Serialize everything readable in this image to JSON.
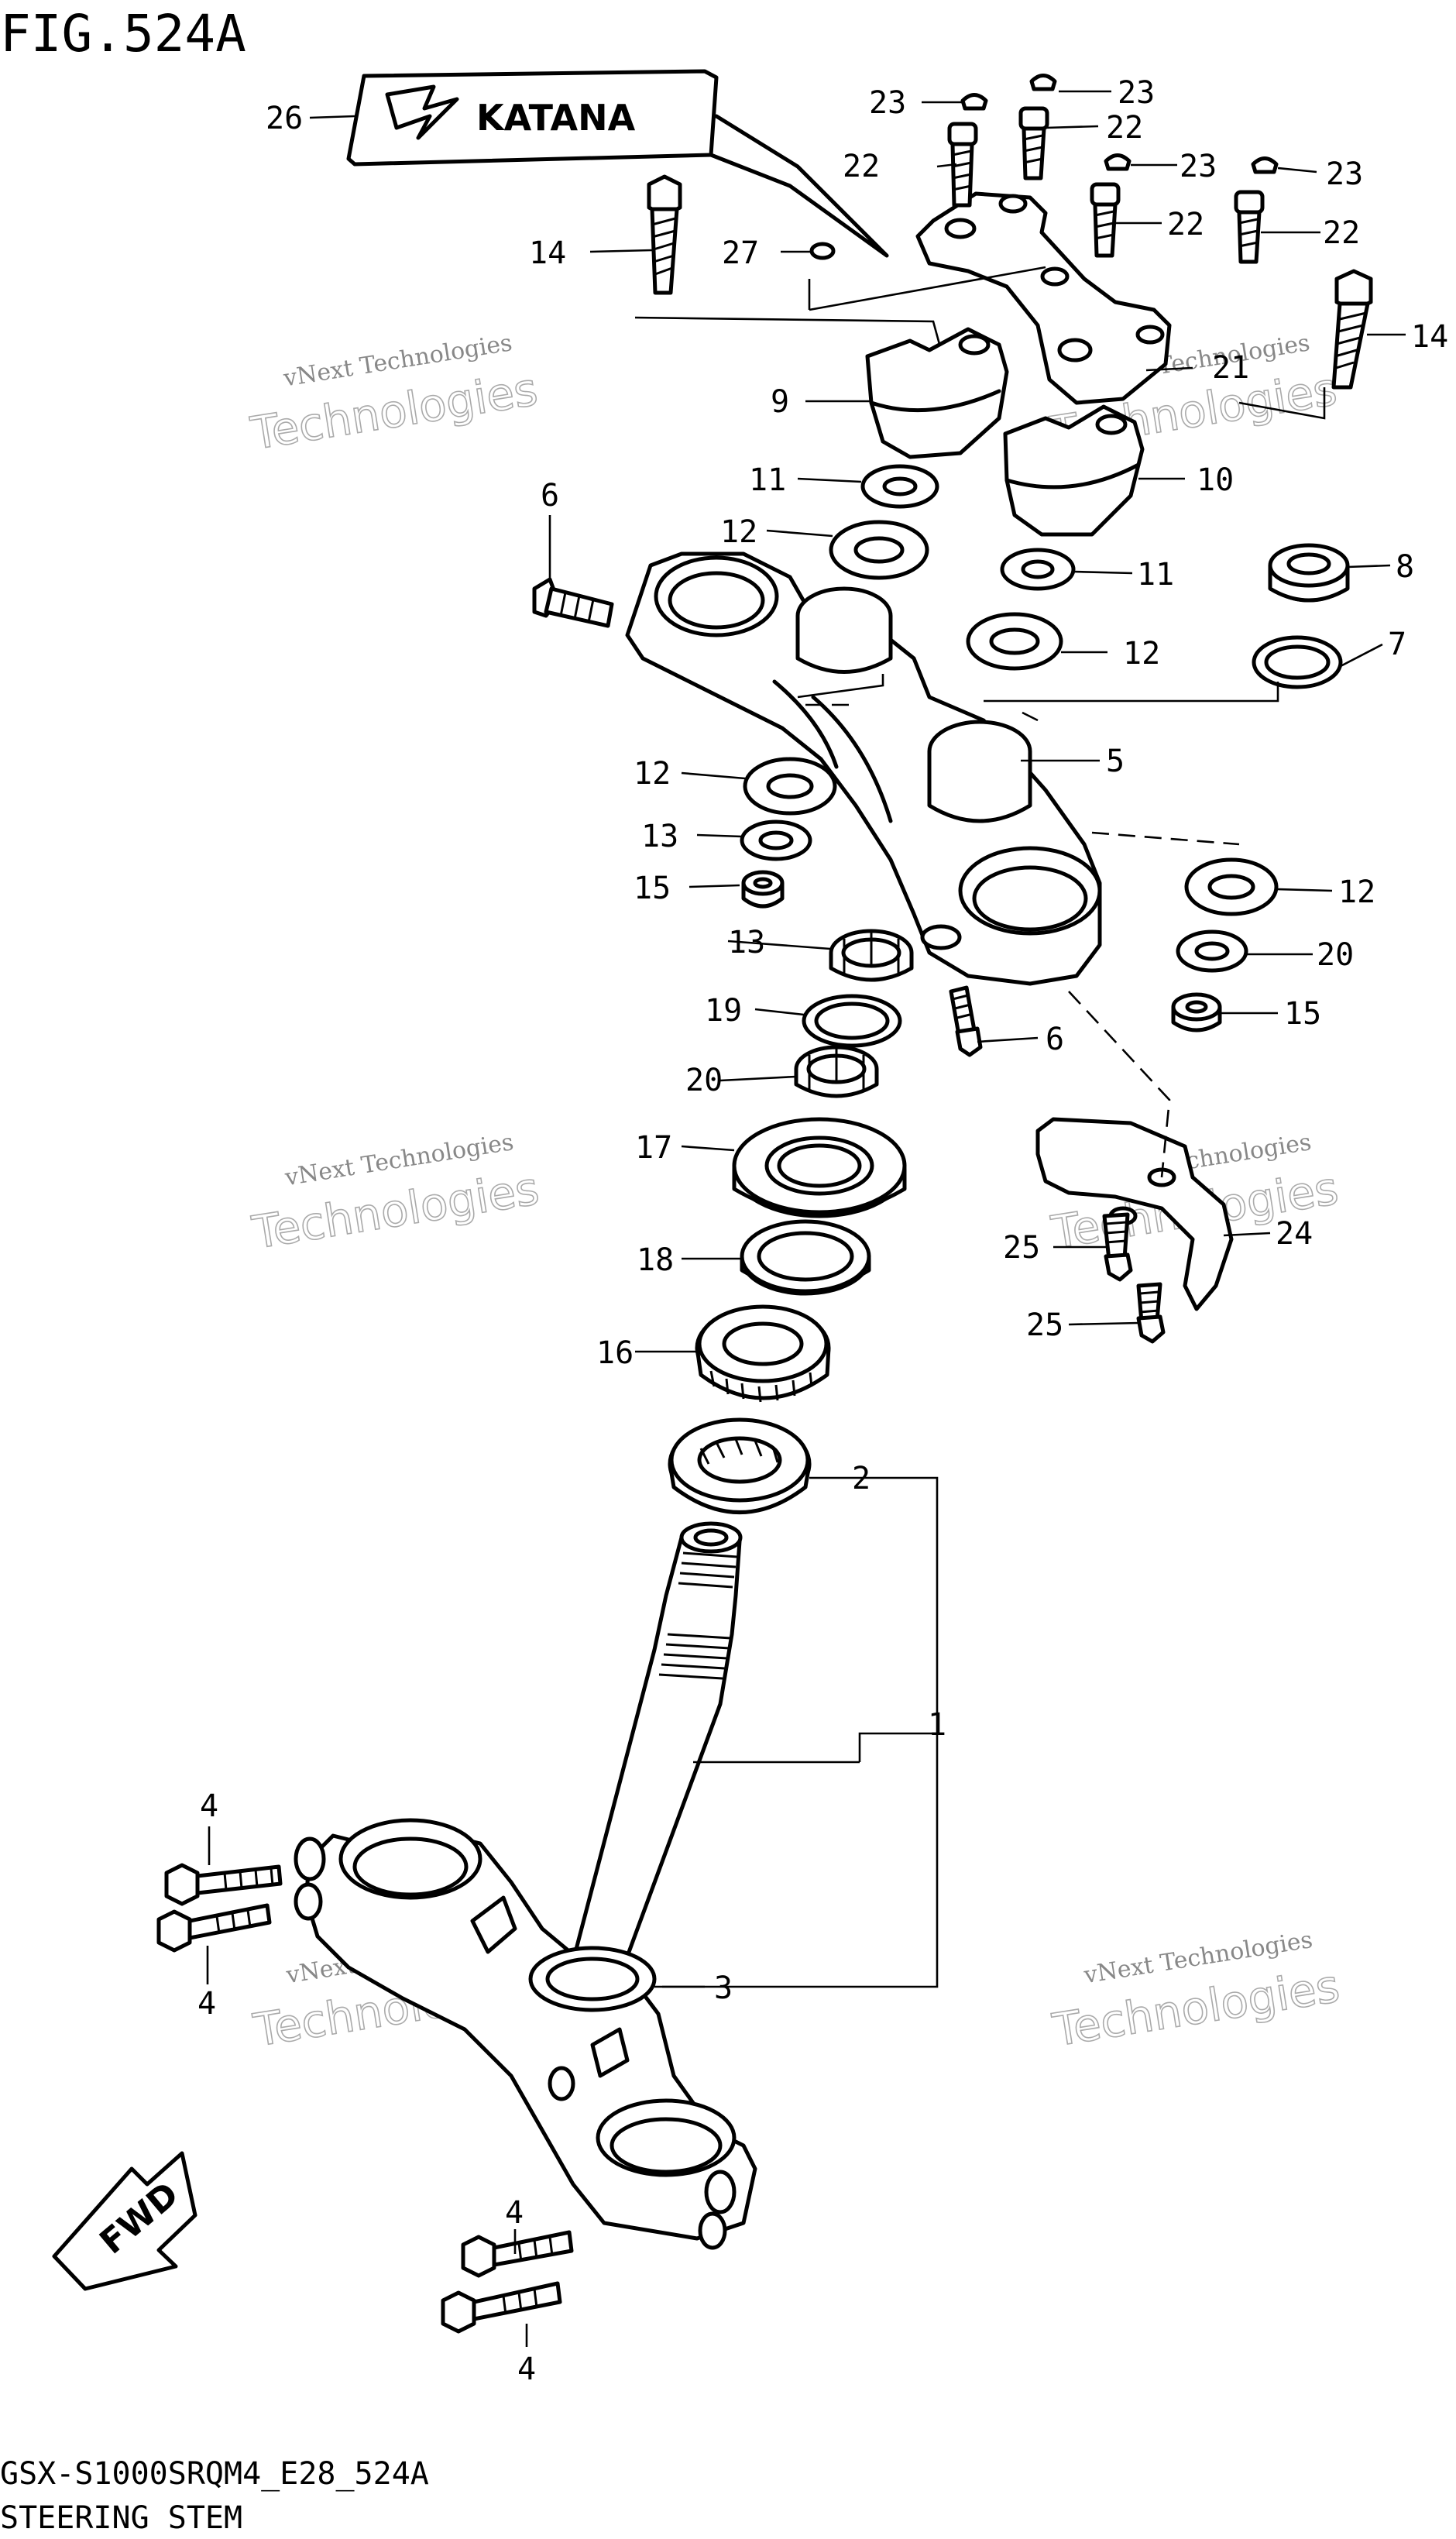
{
  "figure_title": "FIG.524A",
  "model_code": "GSX-S1000SRQM4_E28_524A",
  "section_name": "STEERING STEM",
  "emblem_text": "KATANA",
  "direction_label": "FWD",
  "watermark": {
    "line1": "vNext Technologies",
    "line2": "Technologies"
  },
  "callouts": [
    "26",
    "23",
    "22",
    "23",
    "22",
    "23",
    "22",
    "23",
    "22",
    "14",
    "27",
    "14",
    "9",
    "21",
    "10",
    "11",
    "12",
    "6",
    "11",
    "8",
    "12",
    "7",
    "5",
    "12",
    "13",
    "15",
    "12",
    "13",
    "20",
    "15",
    "19",
    "6",
    "20",
    "17",
    "24",
    "25",
    "18",
    "25",
    "16",
    "2",
    "1",
    "4",
    "4",
    "3",
    "4",
    "4"
  ]
}
